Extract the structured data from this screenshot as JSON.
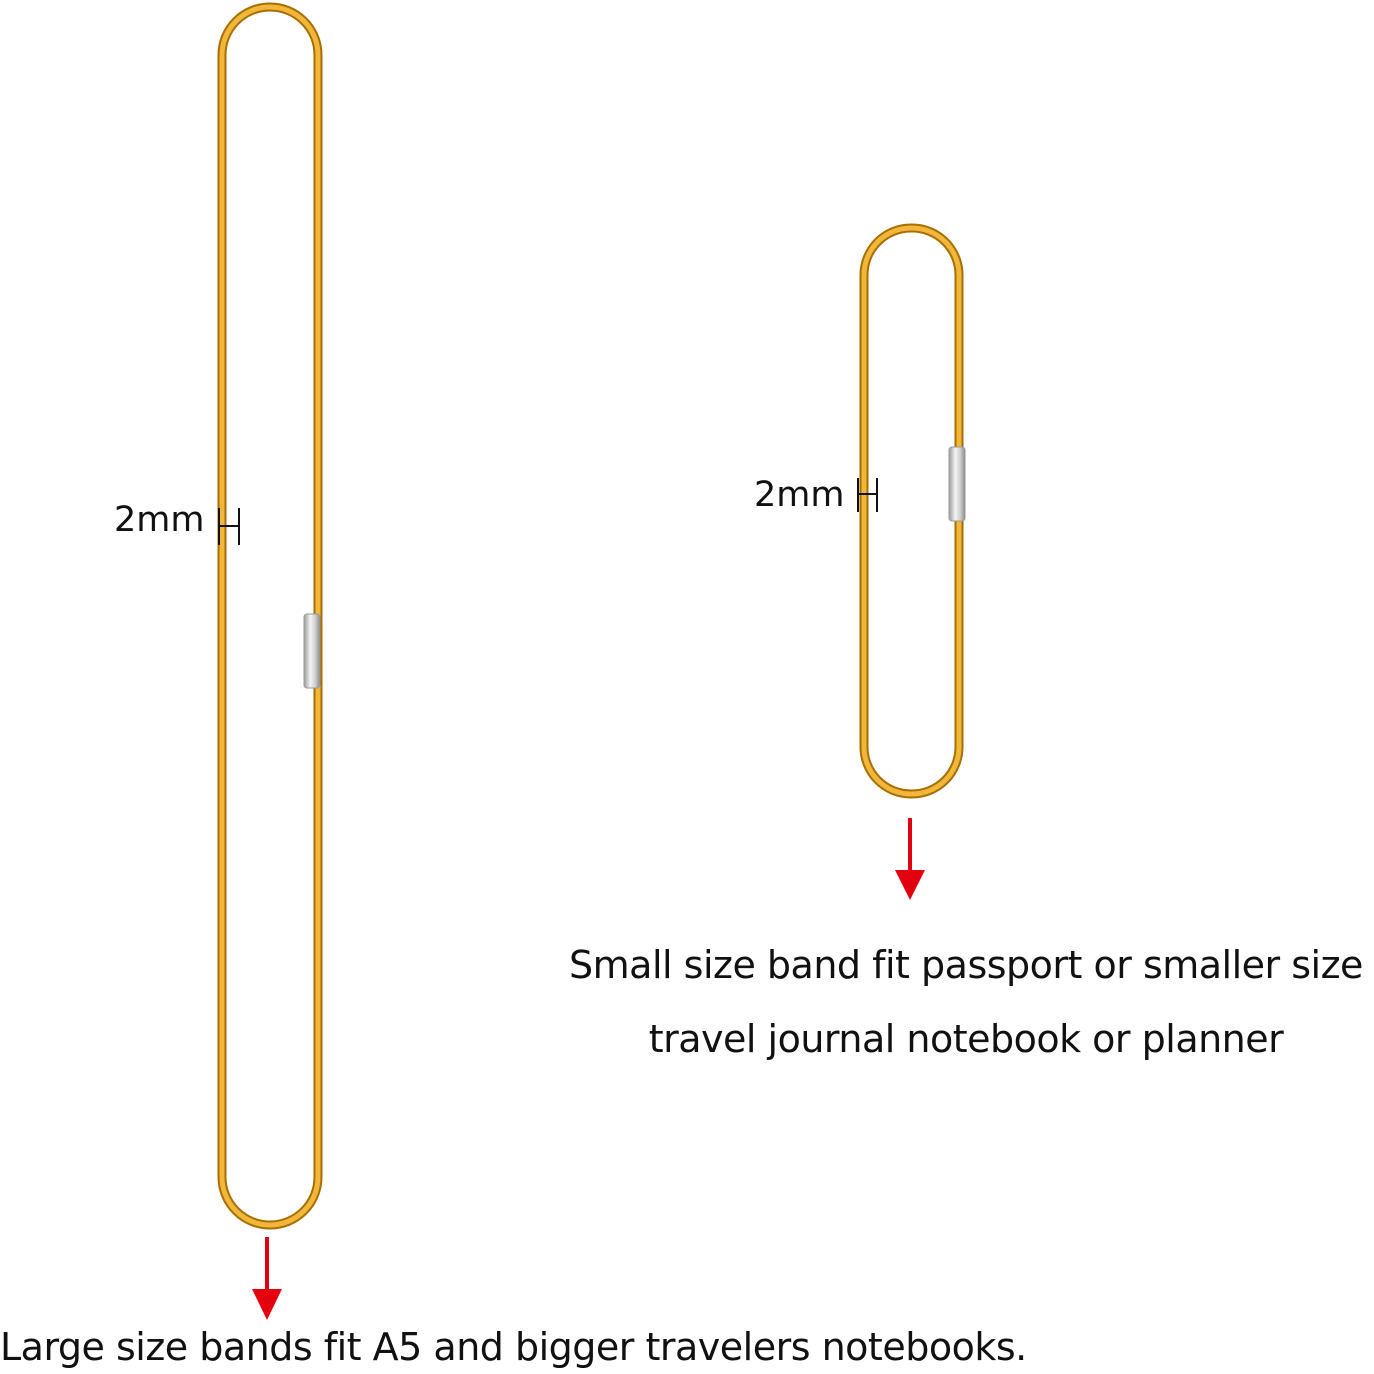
{
  "colors": {
    "band_gold": "#e6a41c",
    "band_gold_light": "#ffd24a",
    "band_gold_dark": "#a86e00",
    "clasp_silver": "#d9d9d9",
    "arrow_red": "#e3000f",
    "text": "#111111",
    "background": "#ffffff"
  },
  "bands": {
    "large": {
      "thickness_label": "2mm",
      "caption": "Large size bands fit A5 and bigger travelers notebooks."
    },
    "small": {
      "thickness_label": "2mm",
      "caption_line1": "Small size band fit passport or smaller size",
      "caption_line2": "travel journal notebook or planner"
    }
  }
}
